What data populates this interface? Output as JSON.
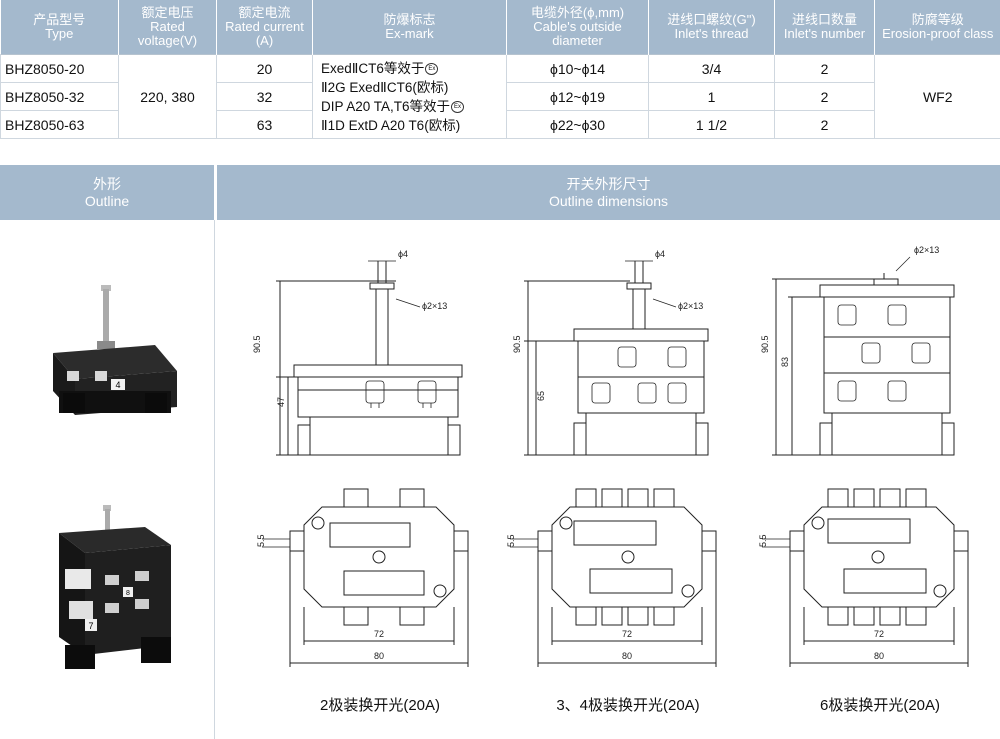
{
  "table": {
    "headers": [
      {
        "cn": "产品型号",
        "en": "Type"
      },
      {
        "cn": "额定电压",
        "en": "Rated voltage(V)"
      },
      {
        "cn": "额定电流",
        "en": "Rated current (A)"
      },
      {
        "cn": "防爆标志",
        "en": "Ex-mark"
      },
      {
        "cn": "电缆外径(ϕ,mm)",
        "en": "Cable's outside diameter"
      },
      {
        "cn": "进线口螺纹(G\")",
        "en": "Inlet's thread"
      },
      {
        "cn": "进线口数量",
        "en": "Inlet's number"
      },
      {
        "cn": "防腐等级",
        "en": "Erosion-proof class"
      }
    ],
    "rows": [
      {
        "type": "BHZ8050-20",
        "current": "20",
        "cable": "ϕ10~ϕ14",
        "thread": "3/4",
        "number": "2"
      },
      {
        "type": "BHZ8050-32",
        "current": "32",
        "cable": "ϕ12~ϕ19",
        "thread": "1",
        "number": "2"
      },
      {
        "type": "BHZ8050-63",
        "current": "63",
        "cable": "ϕ22~ϕ30",
        "thread": "1 1/2",
        "number": "2"
      }
    ],
    "voltage": "220, 380",
    "exmark_lines": [
      "ExedⅡCT6等效于",
      "Ⅱ2G ExedⅡCT6(欧标)",
      "DIP A20 TA,T6等效于",
      "Ⅱ1D ExtD A20 T6(欧标)"
    ],
    "ex_symbol": "Ex",
    "erosion": "WF2"
  },
  "band": {
    "outline_cn": "外形",
    "outline_en": "Outline",
    "dims_cn": "开关外形尺寸",
    "dims_en": "Outline dimensions"
  },
  "drawings": {
    "phi4": "ϕ4",
    "phi2x13": "ϕ2×13",
    "h905": "90.5",
    "h47": "47",
    "h65": "65",
    "h83": "83",
    "d55": "5.5",
    "w72": "72",
    "w80": "80",
    "photo_labels": [
      "4",
      "7",
      "8"
    ]
  },
  "captions": [
    "2极装换开光(20A)",
    "3、4极装换开光(20A)",
    "6极装换开光(20A)"
  ],
  "colors": {
    "header": "#a4b9cd",
    "line": "#cfd7df",
    "body": "#1a1a1a"
  }
}
